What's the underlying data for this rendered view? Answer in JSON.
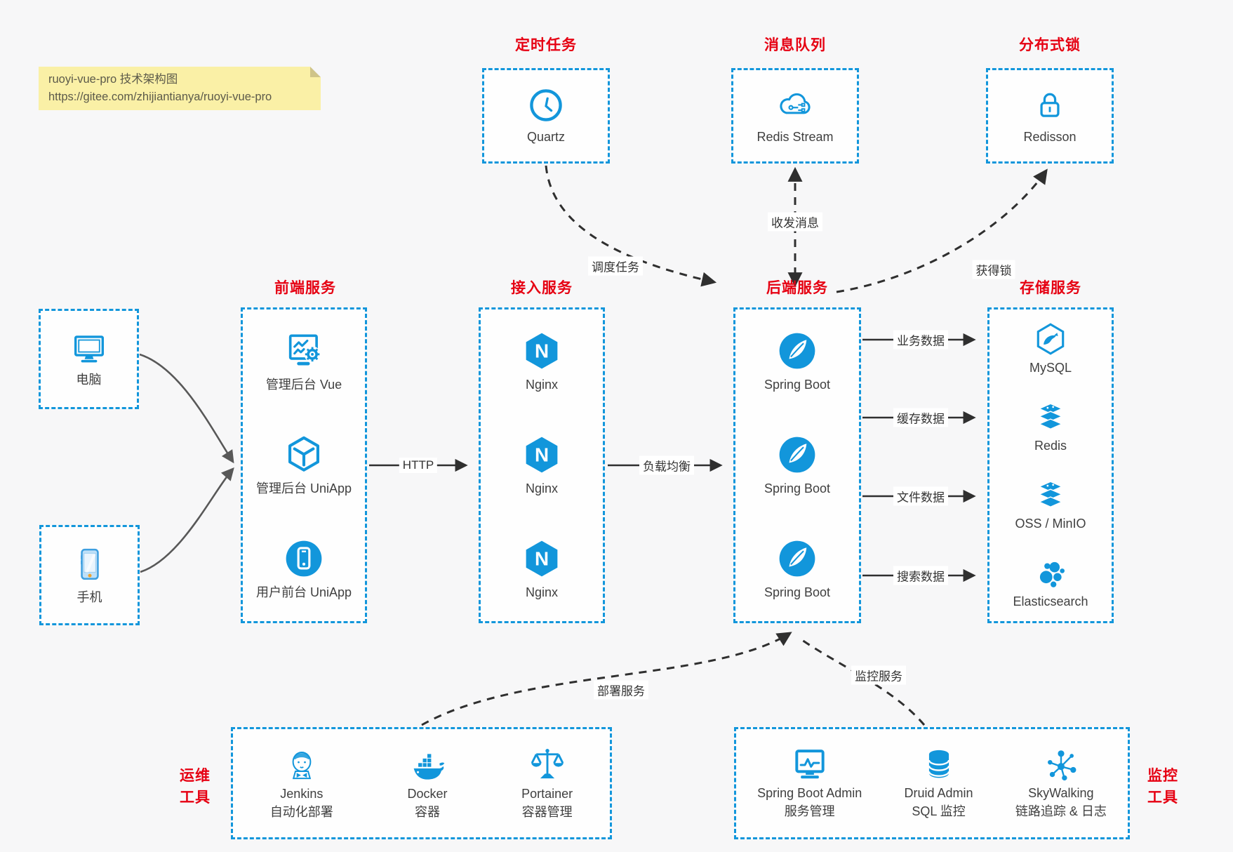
{
  "colors": {
    "accent": "#1296db",
    "title_red": "#e60012",
    "note_bg": "#faf0a6"
  },
  "note": {
    "line1": "ruoyi-vue-pro 技术架构图",
    "line2": "https://gitee.com/zhijiantianya/ruoyi-vue-pro"
  },
  "groups": {
    "scheduled": {
      "title": "定时任务",
      "items": [
        {
          "label": "Quartz",
          "icon": "clock-icon"
        }
      ]
    },
    "mq": {
      "title": "消息队列",
      "items": [
        {
          "label": "Redis Stream",
          "icon": "cloud-stream-icon"
        }
      ]
    },
    "lock": {
      "title": "分布式锁",
      "items": [
        {
          "label": "Redisson",
          "icon": "lock-icon"
        }
      ]
    },
    "clients": {
      "items": [
        {
          "label": "电脑",
          "icon": "desktop-icon"
        },
        {
          "label": "手机",
          "icon": "phone-icon"
        }
      ]
    },
    "frontend": {
      "title": "前端服务",
      "items": [
        {
          "label": "管理后台 Vue",
          "icon": "admin-vue-icon"
        },
        {
          "label": "管理后台 UniApp",
          "icon": "uniapp-cube-icon"
        },
        {
          "label": "用户前台 UniApp",
          "icon": "user-app-icon"
        }
      ]
    },
    "gateway": {
      "title": "接入服务",
      "items": [
        {
          "label": "Nginx",
          "icon": "nginx-icon"
        },
        {
          "label": "Nginx",
          "icon": "nginx-icon"
        },
        {
          "label": "Nginx",
          "icon": "nginx-icon"
        }
      ]
    },
    "backend": {
      "title": "后端服务",
      "items": [
        {
          "label": "Spring Boot",
          "icon": "spring-icon"
        },
        {
          "label": "Spring Boot",
          "icon": "spring-icon"
        },
        {
          "label": "Spring Boot",
          "icon": "spring-icon"
        }
      ]
    },
    "storage": {
      "title": "存储服务",
      "items": [
        {
          "label": "MySQL",
          "icon": "mysql-icon"
        },
        {
          "label": "Redis",
          "icon": "redis-stack-icon"
        },
        {
          "label": "OSS / MinIO",
          "icon": "oss-stack-icon"
        },
        {
          "label": "Elasticsearch",
          "icon": "elasticsearch-icon"
        }
      ]
    },
    "ops": {
      "title_line1": "运维",
      "title_line2": "工具",
      "items": [
        {
          "label": "Jenkins",
          "sub": "自动化部署",
          "icon": "jenkins-icon"
        },
        {
          "label": "Docker",
          "sub": "容器",
          "icon": "docker-icon"
        },
        {
          "label": "Portainer",
          "sub": "容器管理",
          "icon": "portainer-icon"
        }
      ]
    },
    "monitoring": {
      "title_line1": "监控",
      "title_line2": "工具",
      "items": [
        {
          "label": "Spring Boot Admin",
          "sub": "服务管理",
          "icon": "sba-monitor-icon"
        },
        {
          "label": "Druid Admin",
          "sub": "SQL 监控",
          "icon": "druid-db-icon"
        },
        {
          "label": "SkyWalking",
          "sub": "链路追踪 & 日志",
          "icon": "skywalking-icon"
        }
      ]
    }
  },
  "edges": {
    "schedule": "调度任务",
    "message": "收发消息",
    "lock": "获得锁",
    "http": "HTTP",
    "load_balance": "负载均衡",
    "biz_data": "业务数据",
    "cache_data": "缓存数据",
    "file_data": "文件数据",
    "search_data": "搜索数据",
    "deploy": "部署服务",
    "monitor": "监控服务"
  }
}
